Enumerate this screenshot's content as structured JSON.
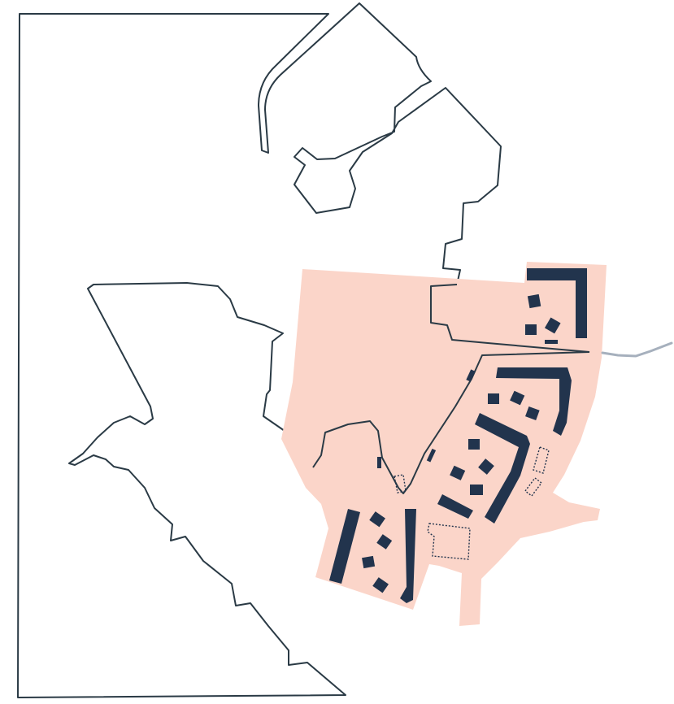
{
  "map": {
    "colors": {
      "background": "#ffffff",
      "outline": "#2a3a45",
      "site_area": "#fbd5c9",
      "buildings": "#22344d",
      "planned_buildings": "#22344d",
      "river": "#a6b0bd"
    },
    "layers": [
      "land-outline",
      "development-site",
      "existing-buildings",
      "planned-building-footprints",
      "river"
    ]
  }
}
